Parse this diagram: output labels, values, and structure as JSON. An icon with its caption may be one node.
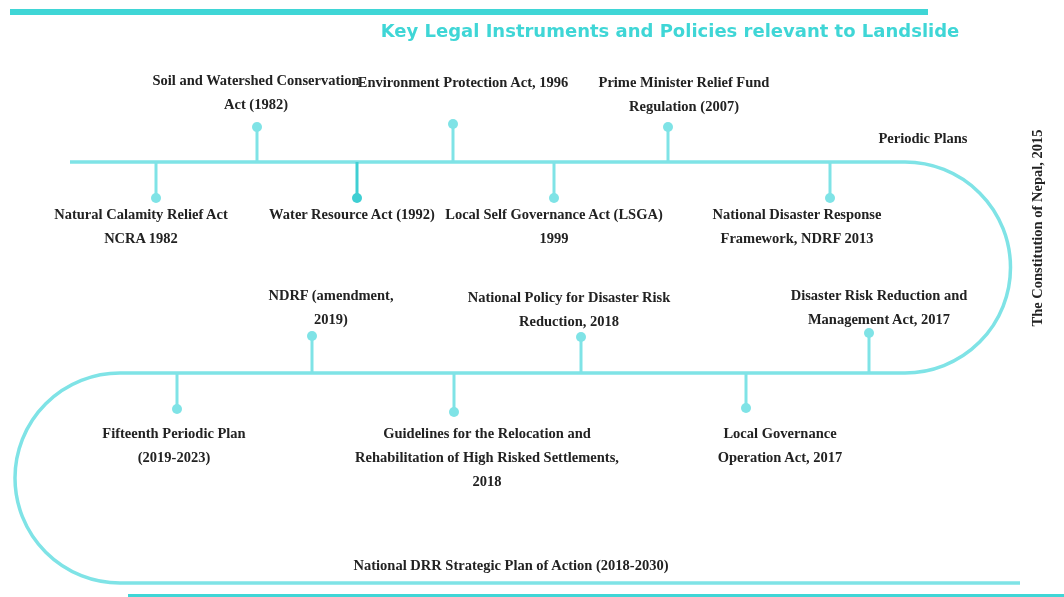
{
  "diagram": {
    "title": "Key Legal Instruments and Policies relevant to Landslide",
    "labels": [
      "Soil and Watershed Conservation Act (1982)",
      "Environment Protection Act, 1996",
      "Prime Minister Relief Fund Regulation (2007)",
      "Periodic Plans",
      "Natural Calamity Relief Act NCRA 1982",
      "Water Resource Act (1992)",
      "Local Self Governance Act (LSGA) 1999",
      "National Disaster Response Framework, NDRF 2013",
      "NDRF (amendment, 2019)",
      "National Policy for Disaster Risk Reduction, 2018",
      "Disaster Risk Reduction and Management Act, 2017",
      "The Constitution of Nepal, 2015",
      "Fifteenth Periodic Plan (2019-2023)",
      "Guidelines for the Relocation and Rehabilitation of High Risked Settlements, 2018",
      "Local Governance Operation Act, 2017",
      "National DRR Strategic Plan of Action (2018-2030)"
    ]
  }
}
